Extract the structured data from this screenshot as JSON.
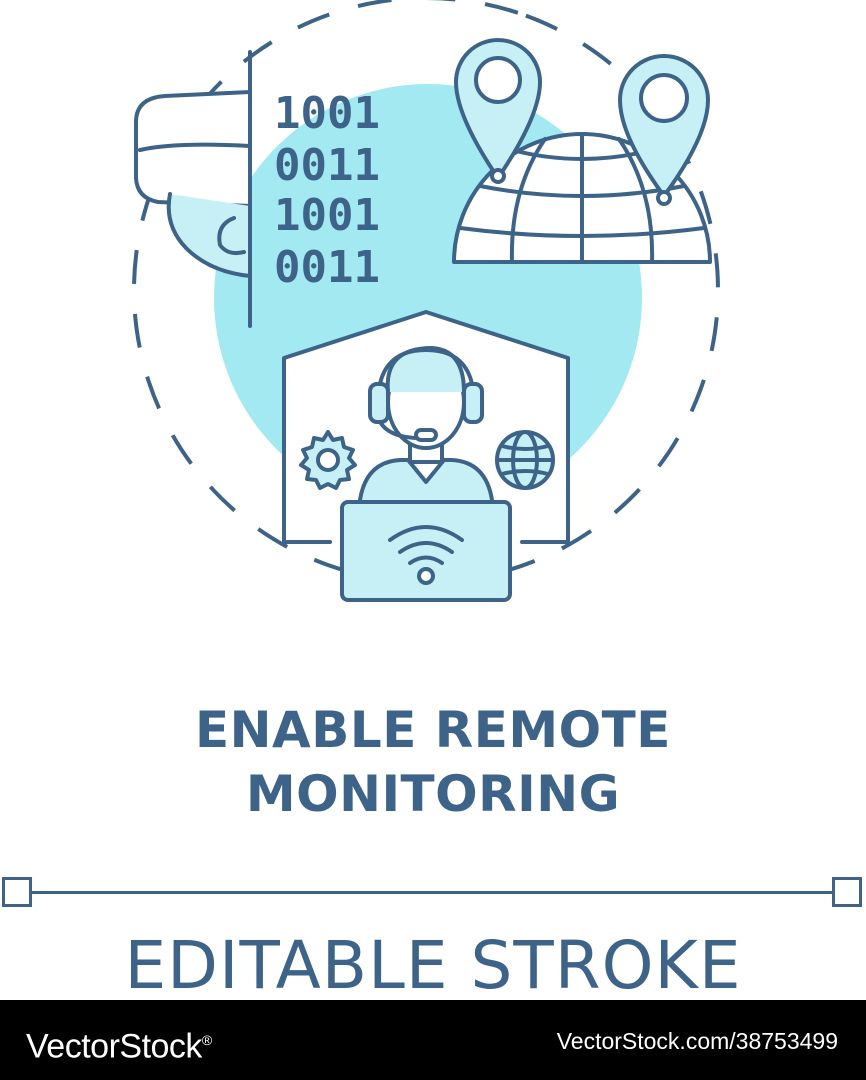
{
  "title": {
    "line1": "ENABLE REMOTE",
    "line2": "MONITORING"
  },
  "editable_label": "EDITABLE STROKE",
  "binary_rows": [
    "1001",
    "0011",
    "1001",
    "0011"
  ],
  "footer": {
    "brand": "VectorStock",
    "brand_mark": "®",
    "image_id": "VectorStock.com/38753499"
  },
  "icons": {
    "camera": "security-camera-icon",
    "globe_pins": "globe-with-location-pins-icon",
    "operator": "remote-operator-icon",
    "gear": "gear-icon",
    "small_globe": "globe-icon",
    "wifi": "wifi-icon"
  },
  "colors": {
    "stroke": "#3d6488",
    "fill_light": "#c7f0f6",
    "circle_accent": "#a3e9f2",
    "background": "#ffffff",
    "footer_bg": "#000000",
    "footer_text": "#ffffff"
  }
}
